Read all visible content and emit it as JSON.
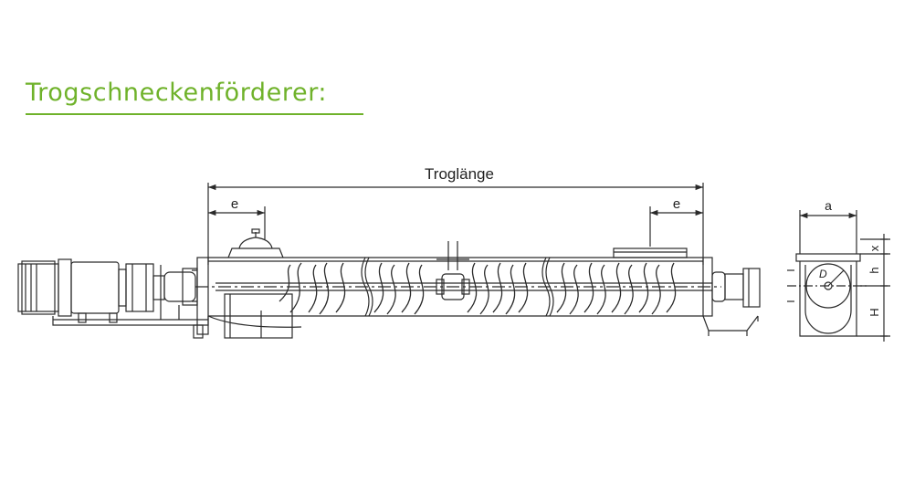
{
  "title": "Trogschneckenförderer:",
  "labels": {
    "trough_length": "Troglänge",
    "e_left": "e",
    "e_right": "e",
    "a": "a",
    "x": "x",
    "h": "h",
    "H": "H",
    "D": "D"
  },
  "colors": {
    "title": "#6fb22a",
    "line": "#2a2a2a"
  }
}
